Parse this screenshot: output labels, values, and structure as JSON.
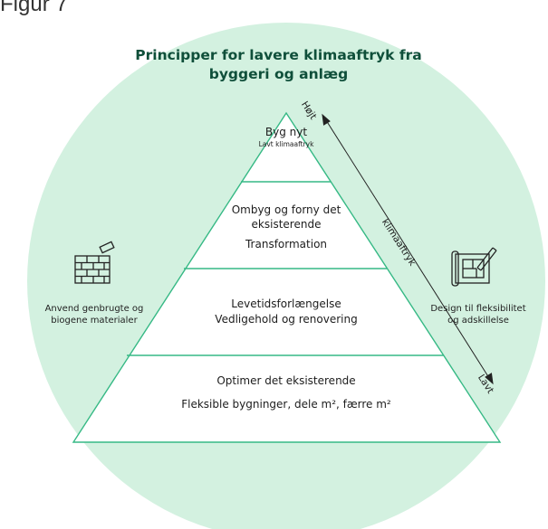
{
  "figure_label": "Figur 7",
  "title_line1": "Principper for lavere klimaaftryk fra",
  "title_line2": "byggeri og anlæg",
  "colors": {
    "circle": "#d3f1e0",
    "line": "#36b985",
    "title": "#0f4f3a"
  },
  "left_label": {
    "icon": "brick-wall-icon",
    "line1": "Anvend genbrugte og",
    "line2": "biogene materialer"
  },
  "right_label": {
    "icon": "blueprint-pencil-icon",
    "line1": "Design til fleksibilitet",
    "line2": "og adskillelse"
  },
  "arrow": {
    "high": "Højt",
    "middle": "klimaaftryk",
    "low": "Lavt"
  },
  "levels": [
    {
      "title": "Byg nyt",
      "subtitle": "Lavt klimaaftryk"
    },
    {
      "title": "Ombyg og forny det eksisterende",
      "subtitle": "Transformation"
    },
    {
      "title": "Levetidsforlængelse",
      "subtitle": "Vedligehold og renovering"
    },
    {
      "title": "Optimer det eksisterende",
      "subtitle": "Fleksible bygninger, dele m², færre m²"
    }
  ]
}
